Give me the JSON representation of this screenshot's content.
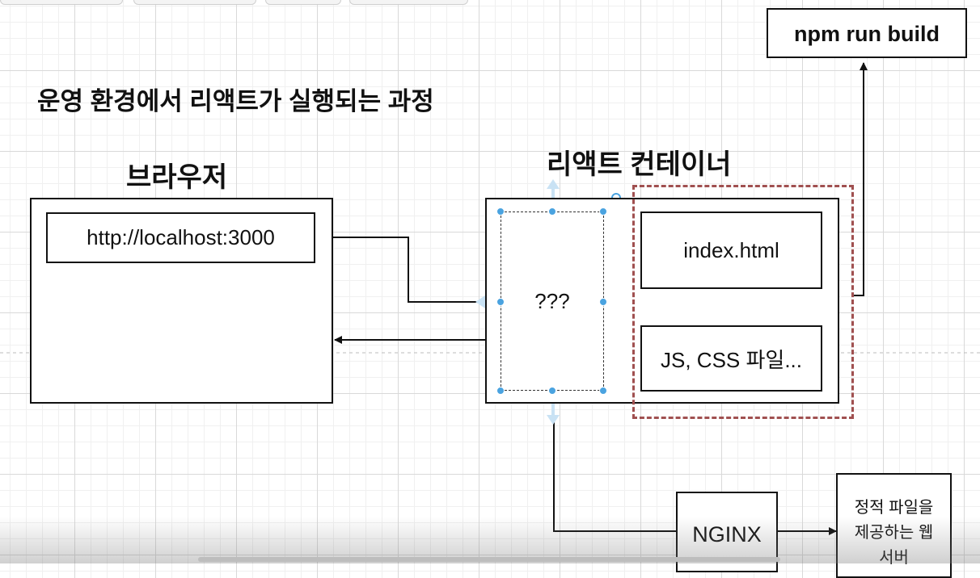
{
  "diagram": {
    "title": "운영 환경에서 리액트가 실행되는 과정",
    "browser": {
      "label": "브라우저",
      "url": "http://localhost:3000"
    },
    "react_container": {
      "label": "리액트 컨테이너",
      "unknown_node": "???",
      "index_file": "index.html",
      "assets_file": "JS, CSS 파일..."
    },
    "build_command": "npm run build",
    "nginx": "NGINX",
    "static_server": {
      "line1": "정적 파일을",
      "line2": "제공하는 웹",
      "line3": "서버"
    }
  },
  "colors": {
    "stroke": "#111111",
    "dashed_border": "#a05050",
    "selection_handle": "#4aa3e0"
  }
}
